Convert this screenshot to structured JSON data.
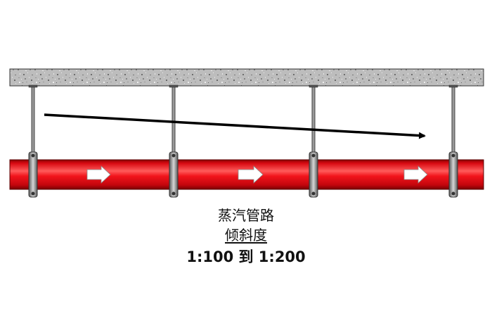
{
  "diagram": {
    "title": "蒸汽管路",
    "subtitle": "倾斜度",
    "ratio": "1:100 到 1:200",
    "hanger_count": 4,
    "flow_arrow_count": 3,
    "colors": {
      "pipe": "#e8141b",
      "pipe_highlight": "#ff6b6b",
      "pipe_shadow": "#8c0003",
      "ceiling": "#b9b9b9",
      "hanger": "#8a8a8a",
      "slope_arrow": "#000000",
      "flow_arrow": "#ffffff"
    },
    "icons": {
      "flow": "right-arrow-icon",
      "slope": "slope-arrow-icon"
    }
  }
}
